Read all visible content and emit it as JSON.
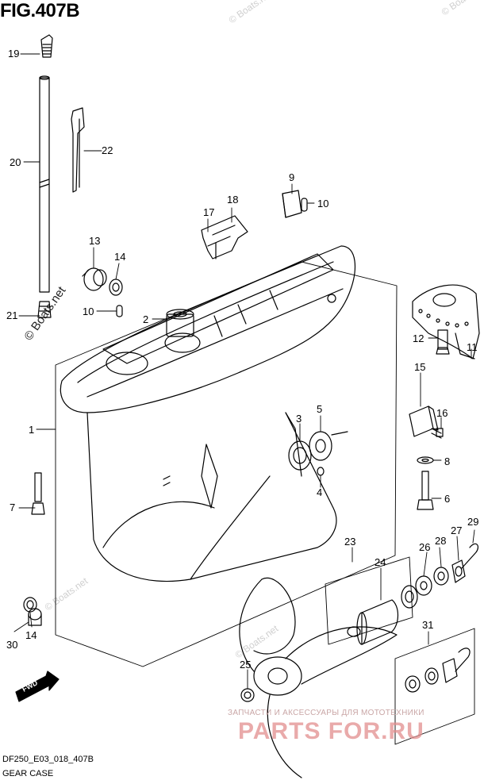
{
  "figure": {
    "title": "FIG.407B",
    "code": "DF250_E03_018_407B",
    "caption": "GEAR CASE"
  },
  "callouts": [
    {
      "id": "19",
      "label": "19"
    },
    {
      "id": "20",
      "label": "20"
    },
    {
      "id": "22",
      "label": "22"
    },
    {
      "id": "9",
      "label": "9"
    },
    {
      "id": "10a",
      "label": "10"
    },
    {
      "id": "17",
      "label": "17"
    },
    {
      "id": "18",
      "label": "18"
    },
    {
      "id": "13",
      "label": "13"
    },
    {
      "id": "14a",
      "label": "14"
    },
    {
      "id": "21",
      "label": "21"
    },
    {
      "id": "10b",
      "label": "10"
    },
    {
      "id": "2",
      "label": "2"
    },
    {
      "id": "12",
      "label": "12"
    },
    {
      "id": "11",
      "label": "11"
    },
    {
      "id": "1",
      "label": "1"
    },
    {
      "id": "3",
      "label": "3"
    },
    {
      "id": "5",
      "label": "5"
    },
    {
      "id": "15",
      "label": "15"
    },
    {
      "id": "16",
      "label": "16"
    },
    {
      "id": "8",
      "label": "8"
    },
    {
      "id": "7",
      "label": "7"
    },
    {
      "id": "4",
      "label": "4"
    },
    {
      "id": "6",
      "label": "6"
    },
    {
      "id": "23",
      "label": "23"
    },
    {
      "id": "29",
      "label": "29"
    },
    {
      "id": "27",
      "label": "27"
    },
    {
      "id": "28",
      "label": "28"
    },
    {
      "id": "26",
      "label": "26"
    },
    {
      "id": "24",
      "label": "24"
    },
    {
      "id": "30",
      "label": "30"
    },
    {
      "id": "14b",
      "label": "14"
    },
    {
      "id": "31",
      "label": "31"
    },
    {
      "id": "25",
      "label": "25"
    }
  ],
  "fwd_label": "FWD",
  "watermarks": {
    "boats_net": "© Boats.net",
    "ad_sub": "ЗАПЧАСТИ И АКСЕССУАРЫ ДЛЯ МОТОТЕХНИКИ",
    "ad_main": "PARTS FOR.RU"
  }
}
